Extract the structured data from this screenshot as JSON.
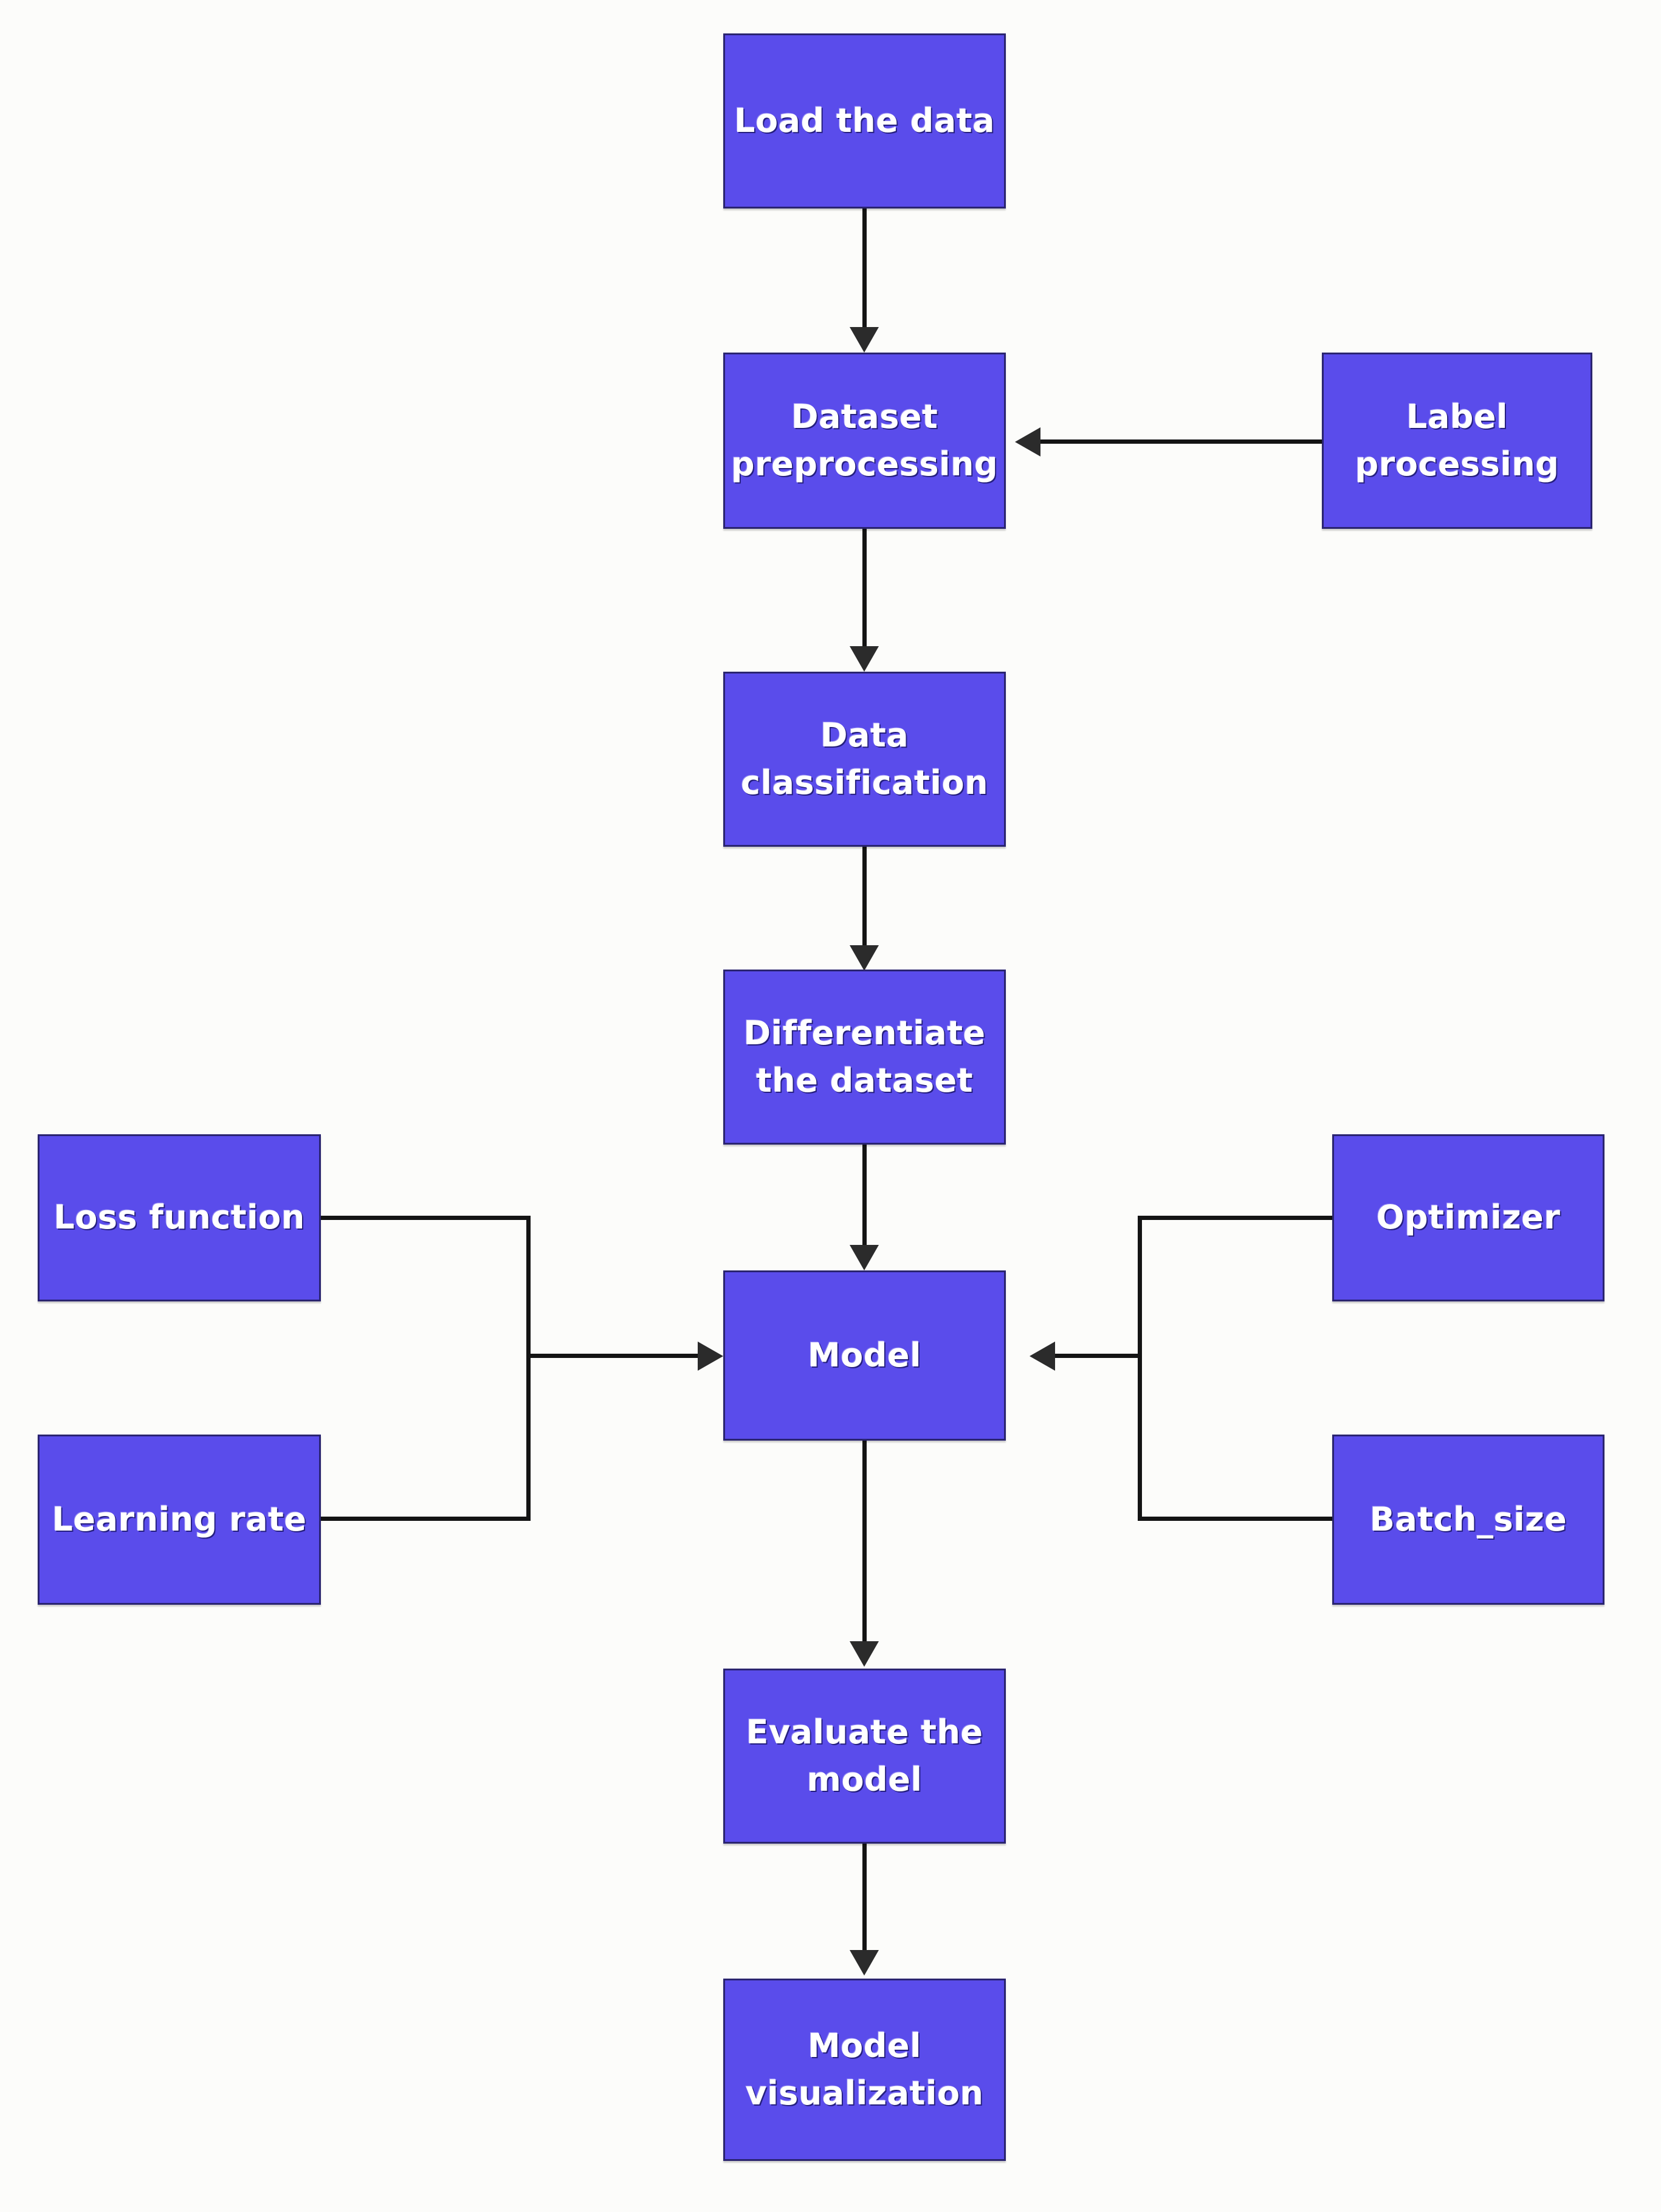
{
  "diagram": {
    "title": "Deep learning model training pipeline flowchart",
    "node_fill_color": "#5A4CEB",
    "node_border_color": "#2a2470",
    "node_text_color": "#FFFFFF",
    "connector_color": "#141414",
    "background_color": "#FCFCFA",
    "nodes": [
      {
        "id": "load-the-data",
        "label": "Load the data",
        "lines": [
          "Load the data"
        ]
      },
      {
        "id": "dataset-preprocessing",
        "label": "Dataset preprocessing",
        "lines": [
          "Dataset",
          "preprocessing"
        ]
      },
      {
        "id": "label-processing",
        "label": "Label processing",
        "lines": [
          "Label",
          "processing"
        ]
      },
      {
        "id": "data-classification",
        "label": "Data classification",
        "lines": [
          "Data",
          "classification"
        ]
      },
      {
        "id": "differentiate-dataset",
        "label": "Differentiate the dataset",
        "lines": [
          "Differentiate",
          "the dataset"
        ]
      },
      {
        "id": "loss-function",
        "label": "Loss function",
        "lines": [
          "Loss function"
        ]
      },
      {
        "id": "learning-rate",
        "label": "Learning rate",
        "lines": [
          "Learning rate"
        ]
      },
      {
        "id": "model",
        "label": "Model",
        "lines": [
          "Model"
        ]
      },
      {
        "id": "optimizer",
        "label": "Optimizer",
        "lines": [
          "Optimizer"
        ]
      },
      {
        "id": "batch-size",
        "label": "Batch_size",
        "lines": [
          "Batch_size"
        ]
      },
      {
        "id": "evaluate-the-model",
        "label": "Evaluate the model",
        "lines": [
          "Evaluate the",
          "model"
        ]
      },
      {
        "id": "model-visualization",
        "label": "Model visualization",
        "lines": [
          "Model",
          "visualization"
        ]
      }
    ],
    "edges": [
      {
        "from": "load-the-data",
        "to": "dataset-preprocessing",
        "direction": "down"
      },
      {
        "from": "label-processing",
        "to": "dataset-preprocessing",
        "direction": "left"
      },
      {
        "from": "dataset-preprocessing",
        "to": "data-classification",
        "direction": "down"
      },
      {
        "from": "data-classification",
        "to": "differentiate-dataset",
        "direction": "down"
      },
      {
        "from": "differentiate-dataset",
        "to": "model",
        "direction": "down"
      },
      {
        "from": "loss-function",
        "to": "model",
        "direction": "right"
      },
      {
        "from": "learning-rate",
        "to": "model",
        "direction": "right"
      },
      {
        "from": "optimizer",
        "to": "model",
        "direction": "left"
      },
      {
        "from": "batch-size",
        "to": "model",
        "direction": "left"
      },
      {
        "from": "model",
        "to": "evaluate-the-model",
        "direction": "down"
      },
      {
        "from": "evaluate-the-model",
        "to": "model-visualization",
        "direction": "down"
      }
    ]
  }
}
